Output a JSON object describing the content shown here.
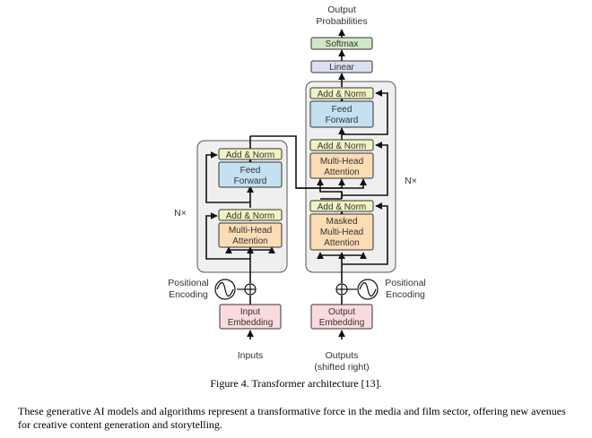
{
  "figure": {
    "output_probabilities": [
      "Output",
      "Probabilities"
    ],
    "softmax": "Softmax",
    "linear": "Linear",
    "encoder": {
      "add_norm": "Add & Norm",
      "feed_forward": [
        "Feed",
        "Forward"
      ],
      "multi_head_attention": [
        "Multi-Head",
        "Attention"
      ],
      "nx": "N×",
      "positional_encoding": [
        "Positional",
        "Encoding"
      ],
      "input_embedding": [
        "Input",
        "Embedding"
      ],
      "inputs": "Inputs"
    },
    "decoder": {
      "add_norm": "Add & Norm",
      "feed_forward": [
        "Feed",
        "Forward"
      ],
      "multi_head_attention": [
        "Multi-Head",
        "Attention"
      ],
      "masked_attention": [
        "Masked",
        "Multi-Head",
        "Attention"
      ],
      "nx": "N×",
      "positional_encoding": [
        "Positional",
        "Encoding"
      ],
      "output_embedding": [
        "Output",
        "Embedding"
      ],
      "outputs": [
        "Outputs",
        "(shifted right)"
      ]
    },
    "colors": {
      "add_norm": "#f2f3c2",
      "feed_forward": "#c4e1f1",
      "attention": "#fbdcb4",
      "embedding": "#fadadd",
      "linear": "#dcdff0",
      "softmax": "#cfe8c8",
      "stack_bg": "#efeff0"
    }
  },
  "caption": "Figure 4. Transformer architecture [13].",
  "paragraph": "These generative AI models and algorithms represent a transformative force in the media and film sector, offering new avenues for creative content generation and storytelling."
}
